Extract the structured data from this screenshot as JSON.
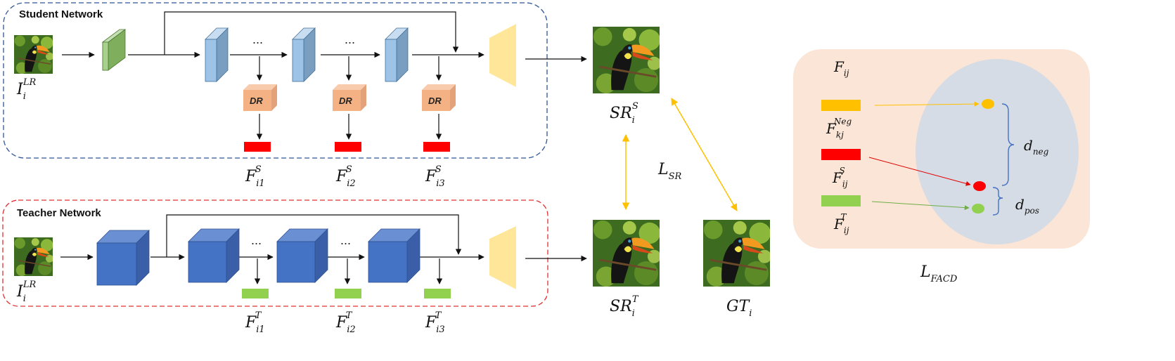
{
  "student": {
    "title": "Student Network",
    "input_label": {
      "base": "I",
      "sub": "i",
      "sup": "LR"
    },
    "dr_label": "DR",
    "ellipsis": "...",
    "feature_labels": [
      {
        "base": "F",
        "sub": "i1",
        "sup": "S"
      },
      {
        "base": "F",
        "sub": "i2",
        "sup": "S"
      },
      {
        "base": "F",
        "sub": "i3",
        "sup": "S"
      }
    ]
  },
  "teacher": {
    "title": "Teacher Network",
    "input_label": {
      "base": "I",
      "sub": "i",
      "sup": "LR"
    },
    "ellipsis": "...",
    "feature_labels": [
      {
        "base": "F",
        "sub": "i1",
        "sup": "T"
      },
      {
        "base": "F",
        "sub": "i2",
        "sup": "T"
      },
      {
        "base": "F",
        "sub": "i3",
        "sup": "T"
      }
    ]
  },
  "outputs": {
    "sr_student": {
      "base": "SR",
      "sub": "i",
      "sup": "S"
    },
    "sr_teacher": {
      "base": "SR",
      "sub": "i",
      "sup": "T"
    },
    "gt": {
      "base": "GT",
      "sub": "i",
      "sup": ""
    },
    "loss_sr": {
      "base": "L",
      "sub": "SR",
      "sup": ""
    }
  },
  "facd": {
    "title": {
      "base": "F",
      "sub": "ij",
      "sup": ""
    },
    "neg_label": {
      "base": "F",
      "sub": "kj",
      "sup": "Neg"
    },
    "student_label": {
      "base": "F",
      "sub": "ij",
      "sup": "S"
    },
    "teacher_label": {
      "base": "F",
      "sub": "ij",
      "sup": "T"
    },
    "d_neg": {
      "base": "d",
      "sub": "neg",
      "sup": ""
    },
    "d_pos": {
      "base": "d",
      "sub": "pos",
      "sup": ""
    },
    "loss": {
      "base": "L",
      "sub": "FACD",
      "sup": ""
    }
  },
  "colors": {
    "student_border": "#2f5597",
    "teacher_border": "#e03030",
    "student_block": "#9dc3e6",
    "teacher_block": "#4472c4",
    "first_conv": "#a9d18e",
    "dr_block": "#f4b183",
    "upsampler": "#ffe699",
    "feat_student": "#ff0000",
    "feat_teacher": "#92d050",
    "feat_neg": "#ffc000",
    "facd_bg": "#fbe5d6",
    "facd_ellipse": "#d6dce5",
    "loss_arrow": "#ffc000"
  }
}
